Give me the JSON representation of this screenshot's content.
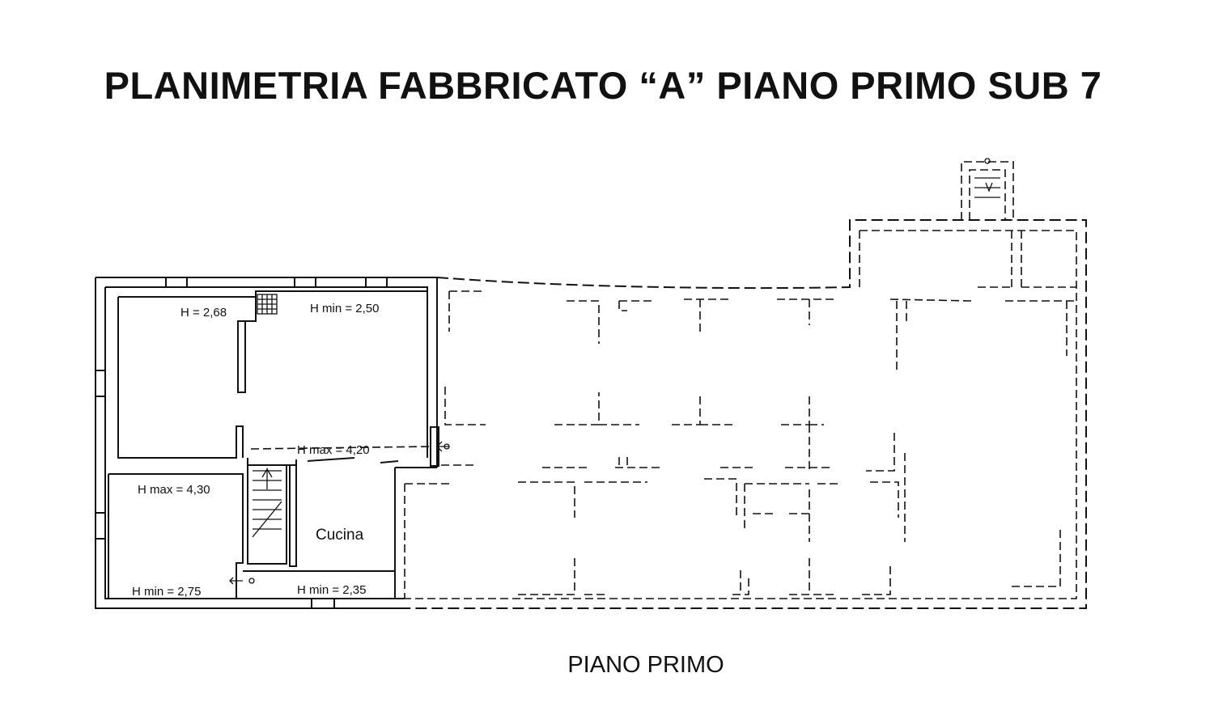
{
  "title": "PLANIMETRIA  FABBRICATO “A” PIANO PRIMO SUB 7",
  "caption": "PIANO PRIMO",
  "labels": {
    "h_268": "H = 2,68",
    "h_min_250": "H min = 2,50",
    "h_max_420": "H max = 4,20",
    "h_max_430": "H max = 4,30",
    "cucina": "Cucina",
    "h_min_275": "H min = 2,75",
    "h_min_235": "H min = 2,35"
  }
}
